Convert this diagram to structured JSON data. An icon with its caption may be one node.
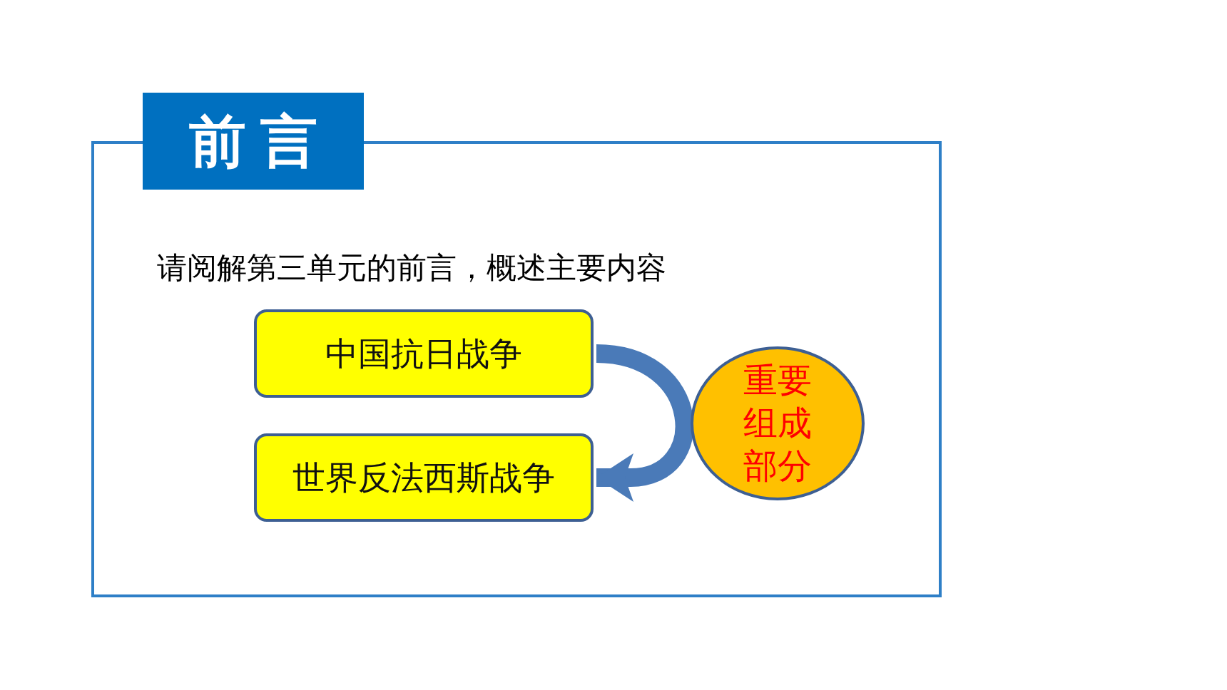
{
  "diagram": {
    "nodes": [
      {
        "text": [
          "前言"
        ]
      },
      {
        "text": [
          "请阅解第三单元的前言，概述主要内容"
        ]
      },
      {
        "text": [
          "中国抗日战争"
        ],
        "in": 1
      },
      {
        "text": [
          "世界反法西斯战争"
        ],
        "in": 1
      },
      {
        "text": [
          "重要组成部分"
        ],
        "in": 1
      }
    ],
    "edges": [
      {
        "from": 2,
        "to": 3,
        "arrow": "to"
      }
    ]
  }
}
